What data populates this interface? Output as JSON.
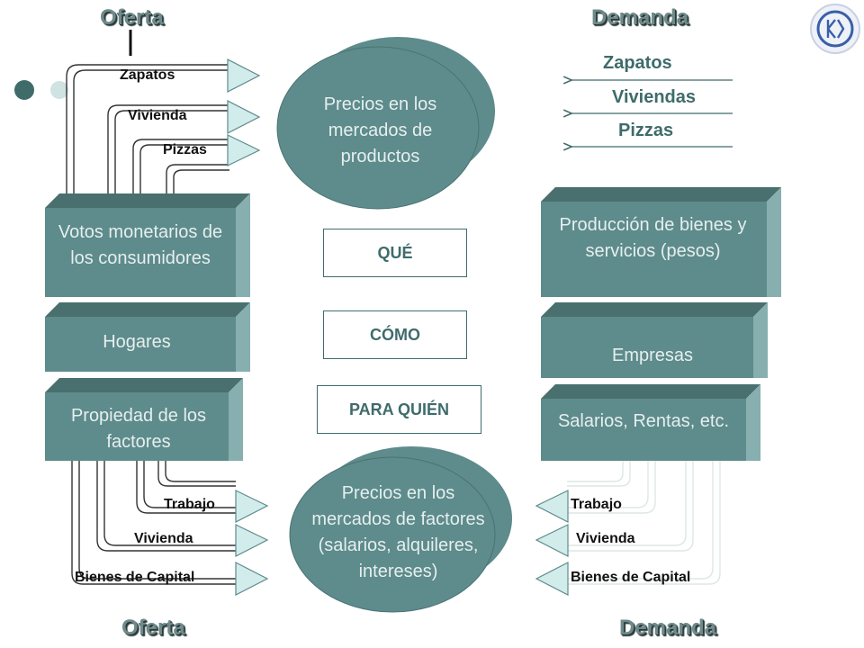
{
  "headers": {
    "oferta_top": "Oferta",
    "demanda_top": "Demanda",
    "oferta_bottom": "Oferta",
    "demanda_bottom": "Demanda"
  },
  "product_flows": {
    "supply": [
      "Zapatos",
      "Vivienda",
      "Pizzas"
    ],
    "demand": [
      "Zapatos",
      "Viviendas",
      "Pizzas"
    ]
  },
  "factor_flows": {
    "supply": [
      "Trabajo",
      "Vivienda",
      "Bienes de Capital"
    ],
    "demand": [
      "Trabajo",
      "Vivienda",
      "Bienes de Capital"
    ]
  },
  "ovals": {
    "product_markets": "Precios en los mercados de productos",
    "factor_markets": "Precios en los mercados de factores (salarios, alquileres, intereses)"
  },
  "left_boxes": {
    "votes": "Votos monetarios de los consumidores",
    "households": "Hogares",
    "ownership": "Propiedad de los factores"
  },
  "right_boxes": {
    "production": "Producción de bienes y servicios (pesos)",
    "firms": "Empresas",
    "wages": "Salarios, Rentas, etc."
  },
  "questions": {
    "what": "QUÉ",
    "how": "CÓMO",
    "for_whom": "PARA QUIÉN"
  },
  "colors": {
    "teal": "#5e8b8b",
    "teal_top": "#4a6f6f",
    "teal_side": "#87afaf",
    "arrow_fill": "#d2ecec",
    "logo": "#3a5fa8"
  },
  "icons": [
    "university-seal-logo-icon"
  ]
}
